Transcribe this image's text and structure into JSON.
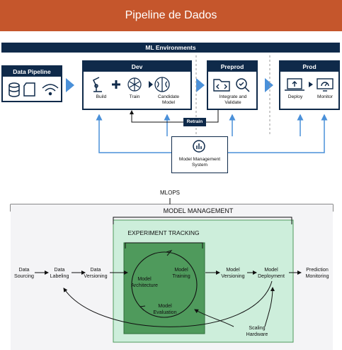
{
  "title": "Pipeline de Dados",
  "top": {
    "ml_environments": "ML Environments",
    "data_pipeline": "Data Pipeline",
    "dev": {
      "title": "Dev",
      "build": "Build",
      "train": "Train",
      "candidate_model": "Candidate Model"
    },
    "preprod": {
      "title": "Preprod",
      "integrate": "Integrate and Validate"
    },
    "prod": {
      "title": "Prod",
      "deploy": "Deploy",
      "monitor": "Monitor"
    },
    "retrain": "Retrain",
    "mms": "Model Management System"
  },
  "bottom": {
    "mlops": "MLOPS",
    "model_management": "MODEL MANAGEMENT",
    "experiment_tracking": "EXPERIMENT TRACKING",
    "data_sourcing": "Data Sourcing",
    "data_labeling": "Data Labeling",
    "data_versioning": "Data Versioning",
    "model_architecture": "Model Architecture",
    "model_training": "Model Training",
    "model_evaluation": "Model Evaluation",
    "model_versioning": "Model Versioning",
    "model_deployment": "Model Deployment",
    "prediction_monitoring": "Prediction Monitoring",
    "scaling_hardware": "Scaling Hardware"
  },
  "colors": {
    "banner": "#c5562c",
    "navy": "#0f2a4a",
    "blue_arrow": "#4a90d9",
    "light_green": "#cdeedb",
    "dark_green": "#4f9a5c"
  }
}
